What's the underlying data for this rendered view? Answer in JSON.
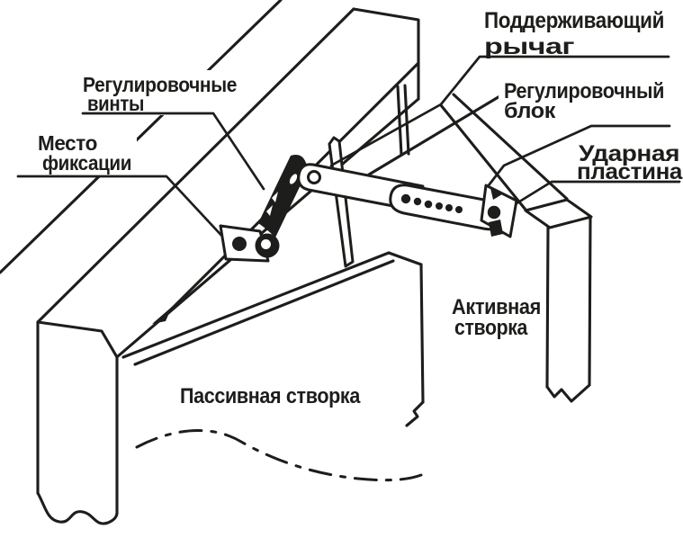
{
  "colors": {
    "ink": "#1d1d1b",
    "background": "#ffffff"
  },
  "labels": {
    "supporting_lever": {
      "line1": "Поддерживающий",
      "line2": "рычаг"
    },
    "adjustment_screws": {
      "line1": "Регулировочные",
      "line2": "винты"
    },
    "fixation_point": {
      "line1": "Место",
      "line2": "фиксации"
    },
    "adjustment_block": {
      "line1": "Регулировочный",
      "line2": "блок"
    },
    "strike_plate": {
      "line1": "Ударная",
      "line2": "пластина"
    },
    "active_leaf": {
      "line1": "Активная",
      "line2": "створка"
    },
    "passive_leaf": {
      "line1": "Пассивная створка"
    }
  }
}
